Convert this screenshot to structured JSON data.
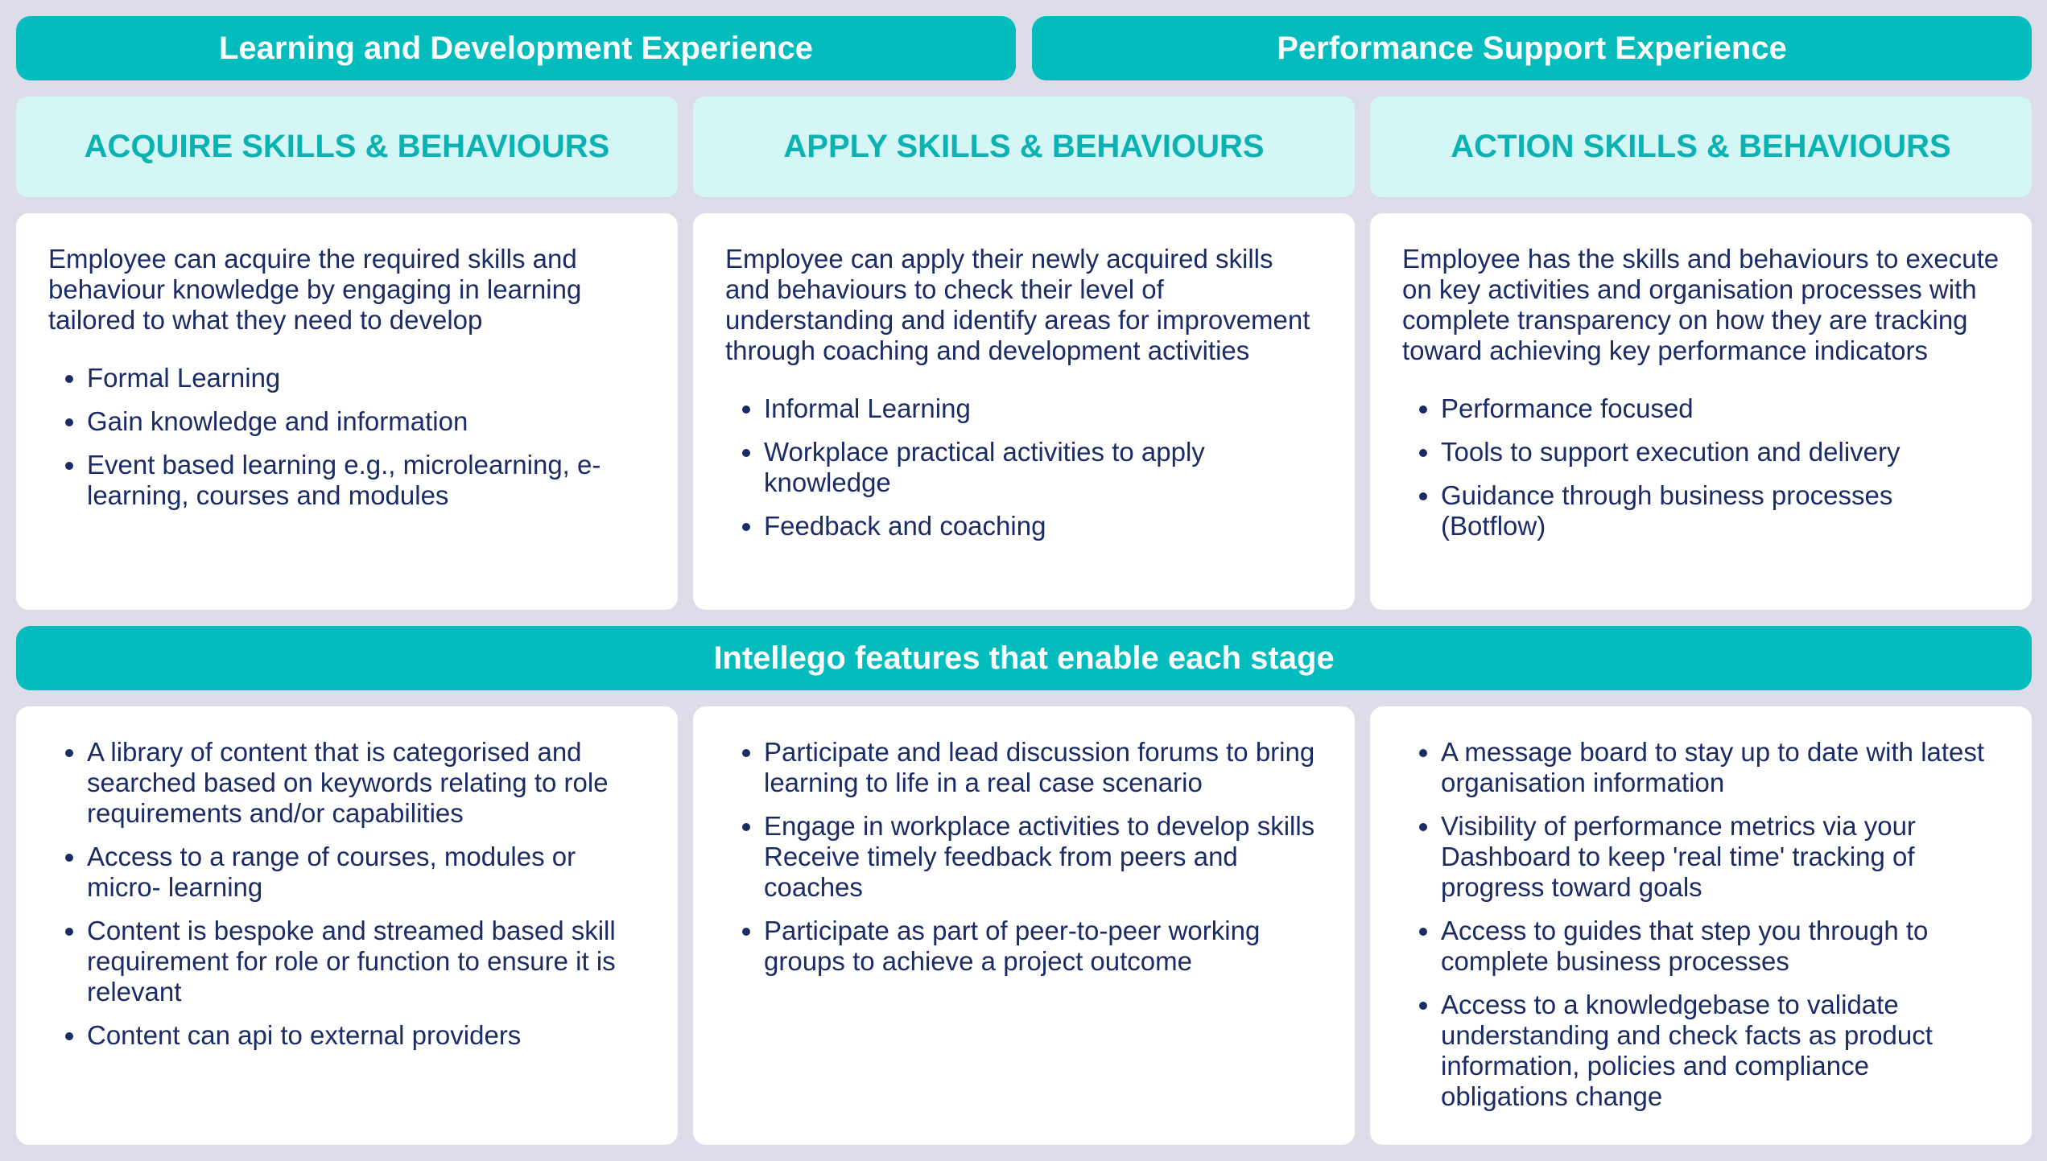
{
  "top_banners": {
    "learning": "Learning and Development Experience",
    "performance": "Performance Support Experience"
  },
  "stages": [
    {
      "title": "ACQUIRE SKILLS & BEHAVIOURS",
      "description": "Employee can acquire the required skills and behaviour knowledge by engaging in learning tailored to what they need to develop",
      "bullets": [
        "Formal Learning",
        "Gain knowledge and information",
        "Event based learning e.g., microlearning, e-learning, courses and modules"
      ]
    },
    {
      "title": "APPLY SKILLS & BEHAVIOURS",
      "description": "Employee can apply their newly acquired skills and behaviours to check their level of understanding and identify areas for improvement through coaching and development activities",
      "bullets": [
        "Informal Learning",
        "Workplace practical activities to apply knowledge",
        "Feedback and coaching"
      ]
    },
    {
      "title": "ACTION SKILLS & BEHAVIOURS",
      "description": "Employee has the skills and behaviours to execute on key activities and organisation processes with complete transparency on how they are tracking toward achieving key performance indicators",
      "bullets": [
        "Performance focused",
        "Tools to support execution and delivery",
        "Guidance through business processes (Botflow)"
      ]
    }
  ],
  "features_banner": "Intellego features that enable each stage",
  "features": [
    [
      "A library of content that is categorised and searched based on keywords relating to role requirements and/or capabilities",
      "Access to a range of courses, modules or micro- learning",
      "Content is bespoke and streamed based skill requirement for role or function to ensure it is relevant",
      "Content can api to external providers"
    ],
    [
      "Participate and lead discussion forums to bring learning to life in a real case scenario",
      "Engage in workplace activities to develop skills Receive timely feedback from peers and coaches",
      "Participate as part of peer-to-peer working groups to achieve a project outcome"
    ],
    [
      "A message board to stay up to date with latest organisation information",
      "Visibility of performance metrics via your Dashboard to keep 'real time' tracking of progress toward goals",
      "Access to guides that step you through to complete business processes",
      "Access to a knowledgebase to validate understanding and check facts as product information, policies and compliance obligations change"
    ]
  ],
  "colors": {
    "accent": "#02bcbd",
    "stage_bg": "#d4f6f5",
    "stage_text": "#0cb2b2",
    "body_text": "#1b2b66",
    "frame": "#dcdde9"
  }
}
